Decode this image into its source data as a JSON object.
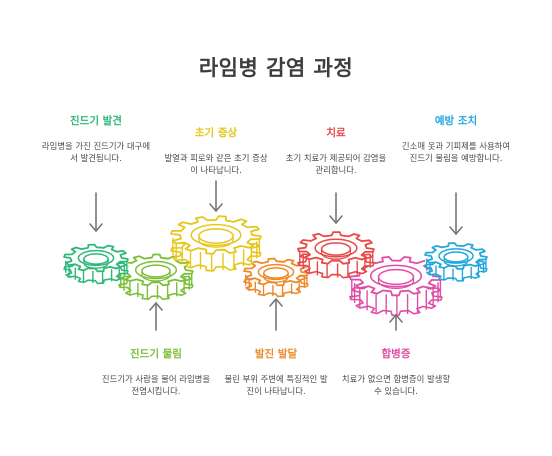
{
  "title": "라임병 감염 과정",
  "stages": [
    {
      "name": "진드기 발견",
      "description": "라임병을 가진 진드기가 대구에서 발견됩니다.",
      "color": "#2db87a"
    },
    {
      "name": "진드기 물림",
      "description": "진드기가 사람을 물어 라임병을 전염시킵니다.",
      "color": "#7cbf3a"
    },
    {
      "name": "초기 증상",
      "description": "발열과 피로와 같은 초기 증상이 나타납니다.",
      "color": "#e6c619"
    },
    {
      "name": "발진 발달",
      "description": "물린 부위 주변에 특징적인 발진이 나타납니다.",
      "color": "#ee8a2c"
    },
    {
      "name": "치료",
      "description": "초기 치료가 제공되어 감염을 관리합니다.",
      "color": "#e94848"
    },
    {
      "name": "합병증",
      "description": "치료가 없으면 합병증이 발생할 수 있습니다.",
      "color": "#de4ea6"
    },
    {
      "name": "예방 조치",
      "description": "긴소매 옷과 기피제를 사용하여 진드기 물림을 예방합니다.",
      "color": "#23a8dc"
    }
  ]
}
